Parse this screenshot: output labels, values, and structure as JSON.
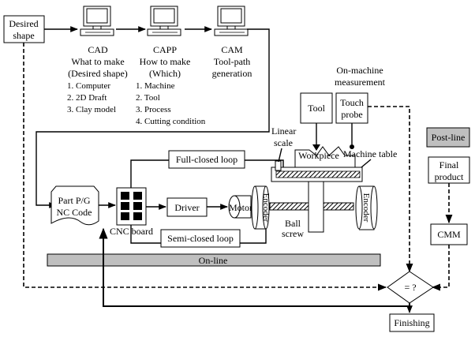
{
  "inputs": {
    "desired_shape": [
      "Desired",
      "shape"
    ]
  },
  "cad": {
    "title": "CAD",
    "subtitle": [
      "What to make",
      "(Desired shape)"
    ],
    "items": [
      "1. Computer",
      "2. 2D Draft",
      "3. Clay model"
    ]
  },
  "capp": {
    "title": "CAPP",
    "subtitle": [
      "How to make",
      "(Which)"
    ],
    "items": [
      "1. Machine",
      "2. Tool",
      "3. Process",
      "4. Cutting condition"
    ]
  },
  "cam": {
    "title": "CAM",
    "subtitle": [
      "Tool-path",
      "generation"
    ]
  },
  "on_machine": {
    "title": [
      "On-machine",
      "measurement"
    ],
    "tool": "Tool",
    "touch_probe": [
      "Touch",
      "probe"
    ]
  },
  "post_line": {
    "label": "Post-line",
    "final_product": [
      "Final",
      "product"
    ],
    "cmm": "CMM"
  },
  "machine": {
    "linear_scale": [
      "Linear",
      "scale"
    ],
    "workpiece": "Workpiece",
    "machine_table": "Machine table",
    "full_closed_loop": "Full-closed loop",
    "semi_closed_loop": "Semi-closed loop",
    "part_pg": [
      "Part P/G",
      "NC Code"
    ],
    "cnc_board": "CNC board",
    "driver": "Driver",
    "motor": "Motor",
    "encoder": "Encoder",
    "ball_screw": [
      "Ball",
      "screw"
    ]
  },
  "on_line": "On-line",
  "decision": "= ?",
  "finishing": "Finishing"
}
